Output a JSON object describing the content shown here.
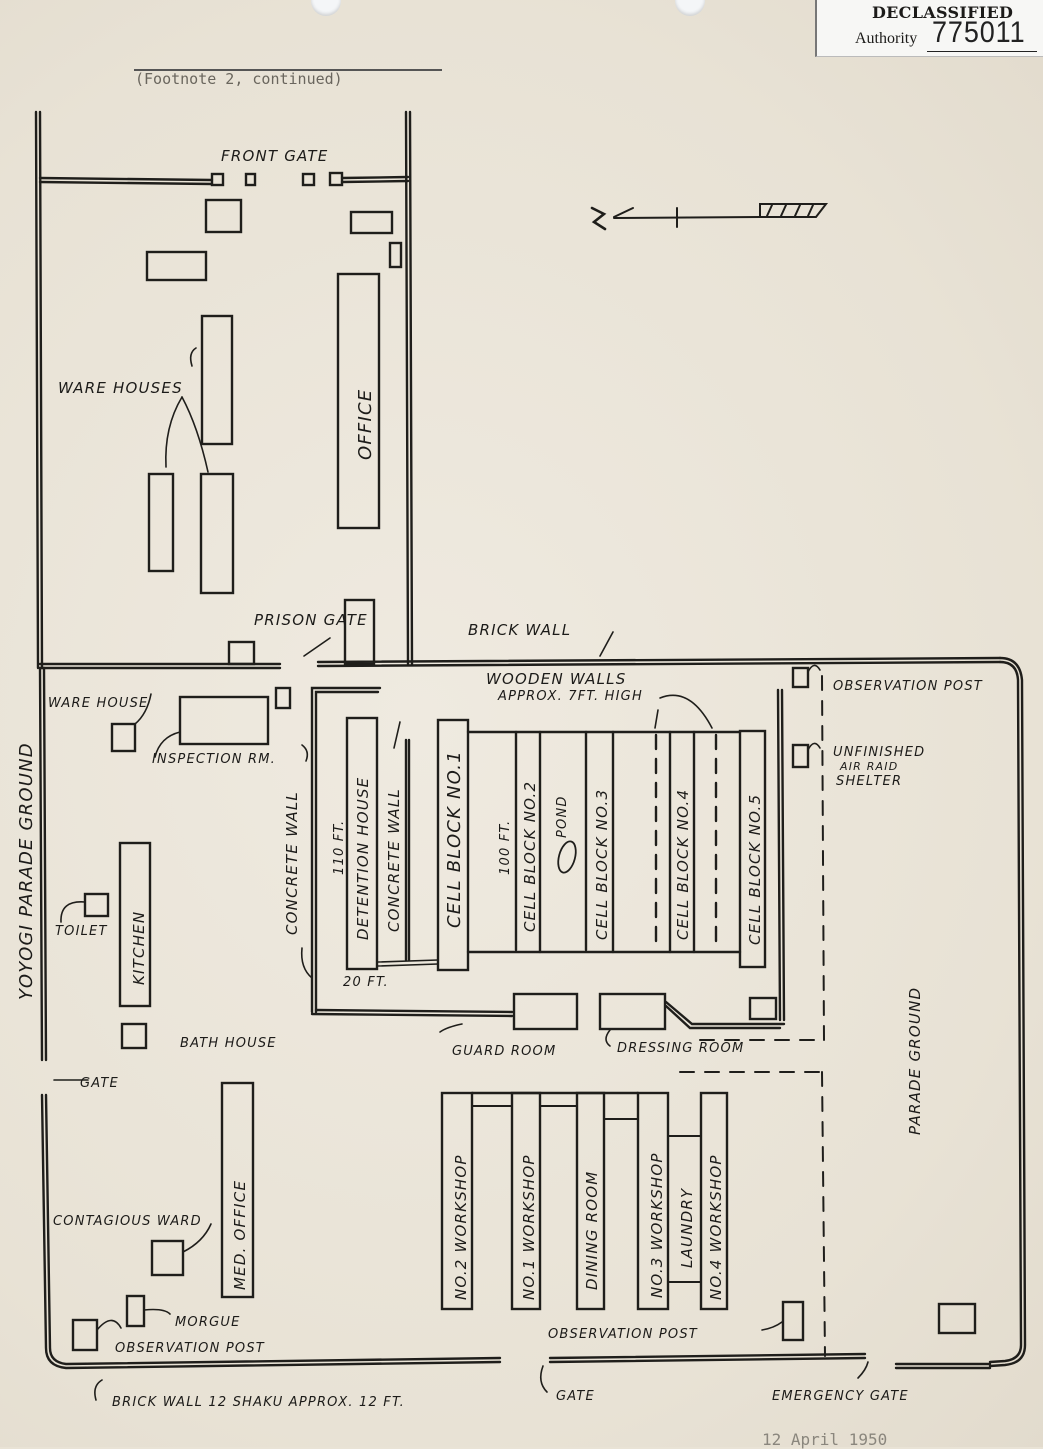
{
  "document": {
    "footnote_header": "(Footnote 2, continued)",
    "date_stamp": "12 April 1950",
    "declassification_stamp": {
      "title": "DECLASSIFIED",
      "authority_label": "Authority",
      "authority_number": "775011"
    }
  },
  "map": {
    "type": "hand-drawn site plan",
    "north_arrow": {
      "label": "N",
      "direction": "left"
    },
    "outer_labels": {
      "west_area": "Yoyogi Parade Ground",
      "east_area": "Parade Ground"
    },
    "north_compound": {
      "front_gate": "Front Gate",
      "warehouses": "Ware Houses",
      "office": "Office",
      "prison_gate": "Prison Gate"
    },
    "walls": {
      "brick_wall": "Brick Wall",
      "wooden_walls_line1": "Wooden Walls",
      "wooden_walls_line2": "Approx. 7ft. High",
      "concrete_wall_outer": "Concrete Wall",
      "concrete_wall_inner": "Concrete Wall",
      "perimeter_brick_wall": "Brick Wall 12 Shaku  Approx. 12 ft."
    },
    "buildings": {
      "ware_house": "Ware House",
      "inspection_room": "Inspection Rm.",
      "kitchen": "Kitchen",
      "toilet": "Toilet",
      "bath_house": "Bath House",
      "detention_house": "Detention House",
      "cell_blocks": [
        "Cell Block No.1",
        "Cell Block No.2",
        "Cell Block No.3",
        "Cell Block No.4",
        "Cell Block No.5"
      ],
      "pond": "Pond",
      "guard_room": "Guard Room",
      "dressing_room": "Dressing Room",
      "med_office": "Med. Office",
      "contagious_ward": "Contagious Ward",
      "morgue": "Morgue",
      "workshops": [
        "No.2 Workshop",
        "No.1 Workshop",
        "Dining Room",
        "No.3 Workshop",
        "Laundry",
        "No.4 Workshop"
      ],
      "observation_post_ne": "Observation Post",
      "air_raid_shelter_line1": "Unfinished",
      "air_raid_shelter_line2": "Air Raid",
      "air_raid_shelter_line3": "Shelter",
      "observation_post_sw": "Observation Post",
      "observation_post_s": "Observation Post"
    },
    "dimensions": {
      "detention_length": "110 ft.",
      "cell_block_length": "100 ft.",
      "detention_width": "20 ft."
    },
    "gates": {
      "west_gate": "Gate",
      "south_gate": "Gate",
      "emergency_gate": "Emergency Gate"
    }
  }
}
